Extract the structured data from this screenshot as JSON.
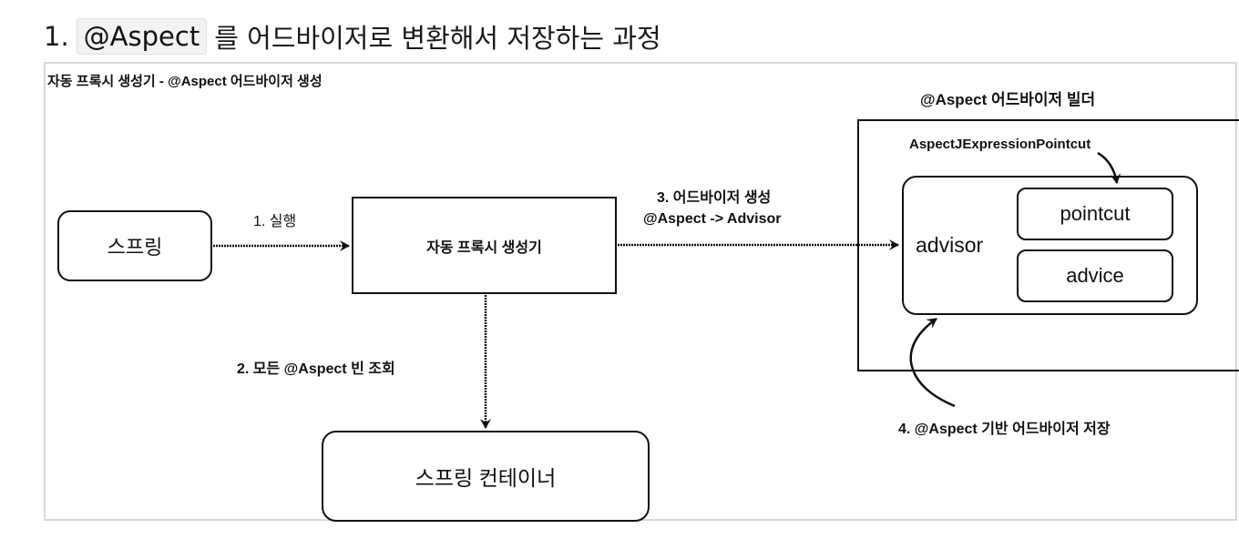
{
  "heading": {
    "number": "1.",
    "code": "@Aspect",
    "rest": "를 어드바이저로 변환해서 저장하는 과정"
  },
  "frame_title": "자동 프록시 생성기 - @Aspect 어드바이저 생성",
  "builder_title": "@Aspect 어드바이저 빌더",
  "nodes": {
    "spring": "스프링",
    "proxy_creator": "자동 프록시 생성기",
    "spring_container": "스프링 컨테이너",
    "advisor": "advisor",
    "pointcut": "pointcut",
    "advice": "advice"
  },
  "labels": {
    "pointcut_type": "AspectJExpressionPointcut",
    "step1": "1. 실행",
    "step2": "2. 모든 @Aspect 빈 조회",
    "step3_line1": "3. 어드바이저 생성",
    "step3_line2": "@Aspect -> Advisor",
    "step4": "4. @Aspect 기반 어드바이저 저장"
  },
  "colors": {
    "stroke": "#111111",
    "frame_border": "#d8d8d8",
    "code_background": "#f3f3f3"
  }
}
